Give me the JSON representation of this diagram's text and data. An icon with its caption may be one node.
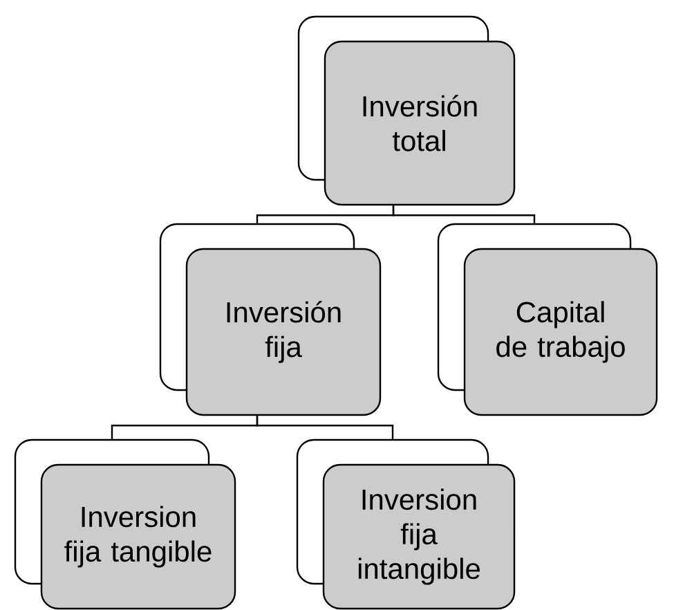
{
  "diagram": {
    "nodes": [
      {
        "text": [
          "Inversión total"
        ]
      },
      {
        "text": [
          "Inversión fija"
        ]
      },
      {
        "text": [
          "Capital de trabajo"
        ]
      },
      {
        "text": [
          "Inversion fija tangible"
        ]
      },
      {
        "text": [
          "Inversion fija intangible"
        ]
      }
    ],
    "edges": [
      {
        "from": 0,
        "to": 1,
        "arrow": "none"
      },
      {
        "from": 0,
        "to": 2,
        "arrow": "none"
      },
      {
        "from": 1,
        "to": 3,
        "arrow": "none"
      },
      {
        "from": 1,
        "to": 4,
        "arrow": "none"
      }
    ]
  }
}
